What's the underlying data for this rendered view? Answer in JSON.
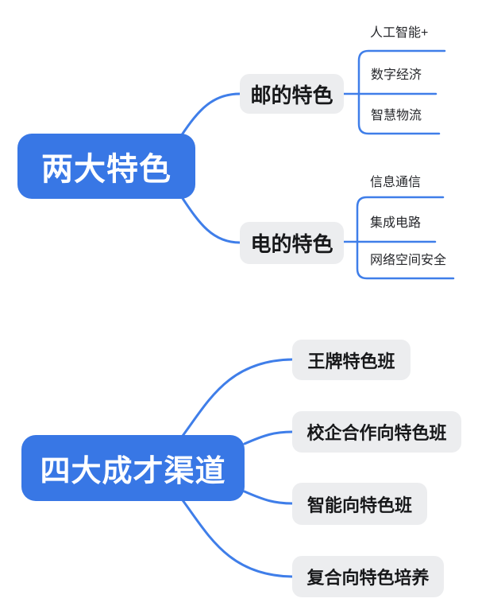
{
  "map1": {
    "root": "两大特色",
    "branches": [
      {
        "label": "邮的特色",
        "children": [
          "人工智能+",
          "数字经济",
          "智慧物流"
        ]
      },
      {
        "label": "电的特色",
        "children": [
          "信息通信",
          "集成电路",
          "网络空间安全"
        ]
      }
    ]
  },
  "map2": {
    "root": "四大成才渠道",
    "children": [
      "王牌特色班",
      "校企合作向特色班",
      "智能向特色班",
      "复合向特色培养"
    ]
  },
  "colors": {
    "node_blue": "#3877E5",
    "line_blue": "#3F7EE9",
    "node_gray": "#ECEDEF",
    "text_dark": "#17181A",
    "text_light": "#FFFFFF"
  }
}
